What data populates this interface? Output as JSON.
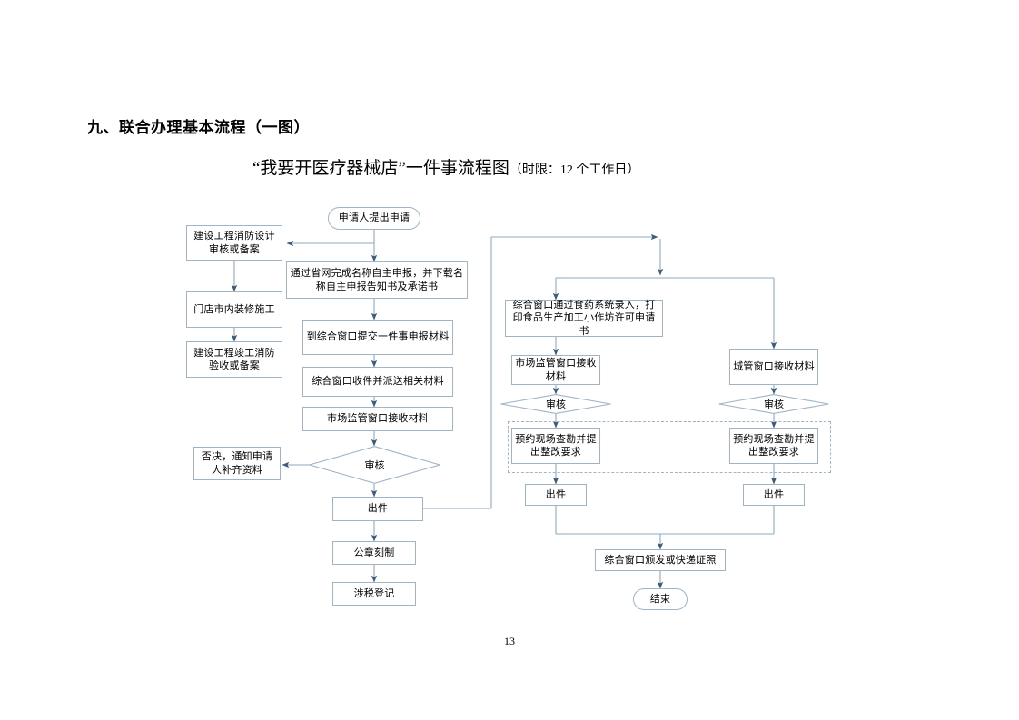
{
  "document": {
    "heading": "九、联合办理基本流程（一图）",
    "subtitle_main": "“我要开医疗器械店”一件事流程图",
    "subtitle_limit": "（时限：12 个工作日）",
    "page_number": "13"
  },
  "colors": {
    "node_border": "#9fb4c7",
    "connector": "#8ea9c1",
    "arrow": "#3d5a7a",
    "text": "#000000",
    "background": "#ffffff"
  },
  "flowchart": {
    "title": "“我要开医疗器械店”一件事流程图",
    "nodes": {
      "start": "申请人提出申请",
      "fire_design": "建设工程消防设计审核或备案",
      "store_decoration": "门店市内装修施工",
      "fire_acceptance": "建设工程竣工消防验收或备案",
      "province_net": "通过省网完成名称自主申报，并下载名称自主申报告知书及承诺书",
      "submit_window": "到综合窗口提交一件事申报材料",
      "window_receive_dispatch": "综合窗口收件并派送相关材料",
      "market_window_receive": "市场监管窗口接收材料",
      "review_left": "审核",
      "reject_notice": "否决，通知申请人补齐资料",
      "issue_left": "出件",
      "seal_engraving": "公章刻制",
      "tax_registration": "涉税登记",
      "food_drug_system": "综合窗口通过食药系统录入，打印食品生产加工小作坊许可申请书",
      "market_window_receive_2": "市场监管窗口接收材料",
      "chengguan_window_receive": "城管窗口接收材料",
      "review_mid": "审核",
      "review_right": "审核",
      "site_survey_mid": "预约现场查勘并提出整改要求",
      "site_survey_right": "预约现场查勘并提出整改要求",
      "issue_mid": "出件",
      "issue_right": "出件",
      "deliver_license": "综合窗口颁发或快递证照",
      "end": "结束"
    }
  }
}
